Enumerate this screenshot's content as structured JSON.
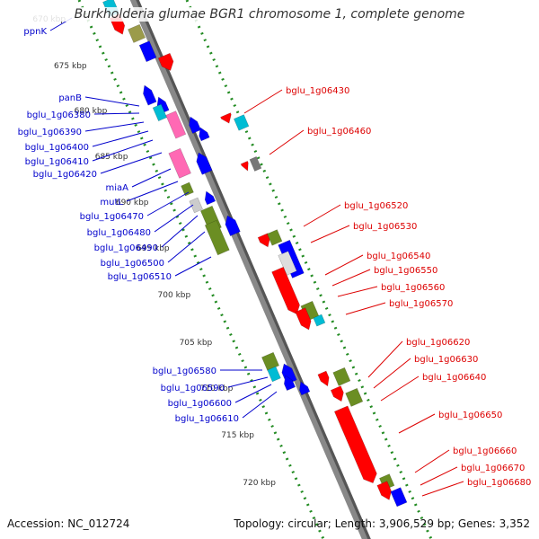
{
  "title": "Burkholderia glumae BGR1 chromosome 1, complete genome",
  "footer": {
    "accession": "Accession: NC_012724",
    "topology": "Topology: circular; Length: 3,906,529 bp; Genes: 3,352"
  },
  "colors": {
    "left_label": "#0000cc",
    "right_label": "#dd0000",
    "tick_dots": "#228b22",
    "backbone": "#888888",
    "forward_gene": "#ff0000",
    "reverse_gene": "#0000ff",
    "rna_gene": "#6b8e23",
    "cyan_gene": "#00bcd4",
    "pink_gene": "#ff69b4",
    "gray_gene": "#777777",
    "olive_gene": "#9b9b4a"
  },
  "ticks": [
    "670 kbp",
    "675 kbp",
    "680 kbp",
    "685 kbp",
    "690 kbp",
    "695 kbp",
    "700 kbp",
    "705 kbp",
    "710 kbp",
    "715 kbp",
    "720 kbp"
  ],
  "left_labels": [
    "ppnK",
    "panB",
    "bglu_1g06380",
    "bglu_1g06390",
    "bglu_1g06400",
    "bglu_1g06410",
    "bglu_1g06420",
    "miaA",
    "mutL",
    "bglu_1g06470",
    "bglu_1g06480",
    "bglu_1g06490",
    "bglu_1g06500",
    "bglu_1g06510",
    "bglu_1g06580",
    "bglu_1g06590",
    "bglu_1g06600",
    "bglu_1g06610"
  ],
  "right_labels": [
    "bglu_1g06430",
    "bglu_1g06460",
    "bglu_1g06520",
    "bglu_1g06530",
    "bglu_1g06540",
    "bglu_1g06550",
    "bglu_1g06560",
    "bglu_1g06570",
    "bglu_1g06620",
    "bglu_1g06630",
    "bglu_1g06640",
    "bglu_1g06650",
    "bglu_1g06660",
    "bglu_1g06670",
    "bglu_1g06680"
  ]
}
